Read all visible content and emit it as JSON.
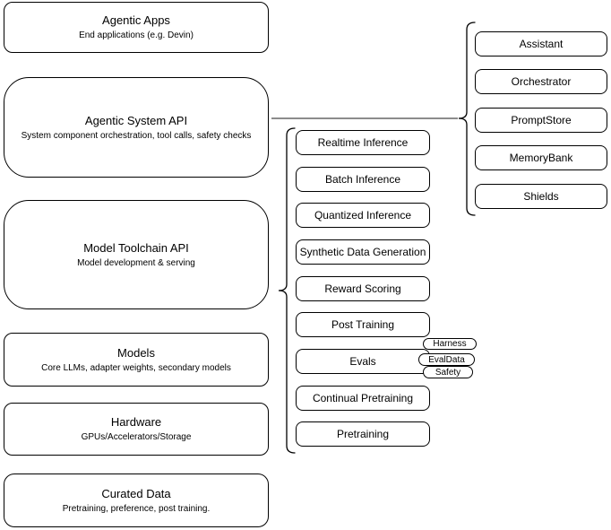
{
  "diagram": {
    "nodes": {
      "agentic_apps": {
        "title": "Agentic Apps",
        "subtitle": "End applications (e.g. Devin)"
      },
      "agentic_system_api": {
        "title": "Agentic System API",
        "subtitle": "System component orchestration, tool calls, safety checks"
      },
      "model_toolchain_api": {
        "title": "Model Toolchain API",
        "subtitle": "Model development & serving"
      },
      "models": {
        "title": "Models",
        "subtitle": "Core LLMs, adapter weights, secondary models"
      },
      "hardware": {
        "title": "Hardware",
        "subtitle": "GPUs/Accelerators/Storage"
      },
      "curated_data": {
        "title": "Curated Data",
        "subtitle": "Pretraining, preference, post training."
      }
    },
    "toolchain_services": [
      "Realtime Inference",
      "Batch Inference",
      "Quantized Inference",
      "Synthetic Data Generation",
      "Reward Scoring",
      "Post Training",
      "Evals",
      "Continual Pretraining",
      "Pretraining"
    ],
    "evals_tags": [
      "Harness",
      "EvalData",
      "Safety"
    ],
    "system_components": [
      "Assistant",
      "Orchestrator",
      "PromptStore",
      "MemoryBank",
      "Shields"
    ],
    "colors": {
      "stroke": "#000000",
      "node_fill": "#ffffff",
      "connector_gray": "#8c8c8c",
      "background": "#ffffff"
    }
  }
}
